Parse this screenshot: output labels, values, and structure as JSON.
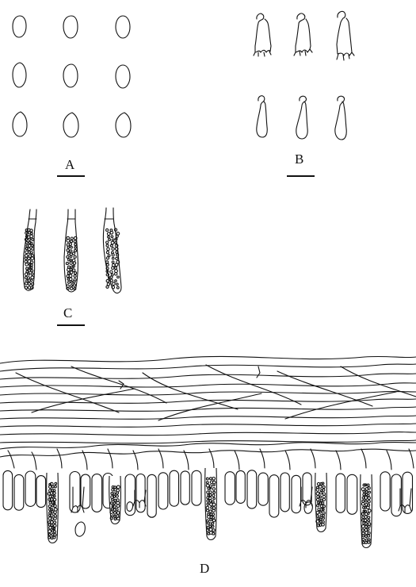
{
  "plate": {
    "panels": [
      {
        "key": "A",
        "label": "A"
      },
      {
        "key": "B",
        "label": "B"
      },
      {
        "key": "C",
        "label": "C"
      },
      {
        "key": "D",
        "label": "D"
      }
    ]
  }
}
